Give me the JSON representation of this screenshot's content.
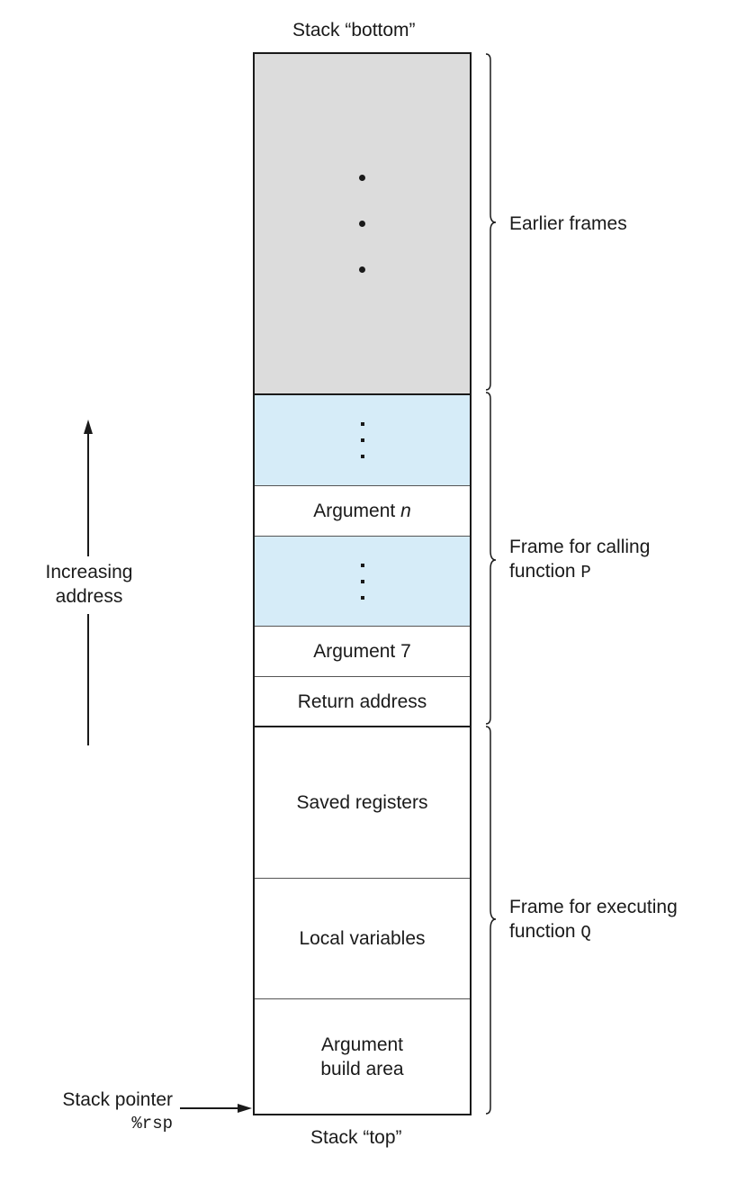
{
  "labels": {
    "stack_bottom": "Stack “bottom”",
    "stack_top": "Stack “top”",
    "increasing_line1": "Increasing",
    "increasing_line2": "address",
    "stack_pointer_line1": "Stack pointer",
    "stack_pointer_line2": "%rsp"
  },
  "frames": {
    "earlier": "Earlier frames",
    "calling_line1": "Frame for calling",
    "calling_line2_prefix": "function ",
    "calling_line2_code": "P",
    "executing_line1": "Frame for executing",
    "executing_line2_prefix": "function ",
    "executing_line2_code": "Q"
  },
  "cells": {
    "argument_n_prefix": "Argument ",
    "argument_n_var": "n",
    "argument_7": "Argument 7",
    "return_address": "Return address",
    "saved_registers": "Saved registers",
    "local_variables": "Local variables",
    "arg_build_line1": "Argument",
    "arg_build_line2": "build area"
  },
  "colors": {
    "earlier_frames_fill": "#dcdcdc",
    "argument_gap_fill": "#d6ecf8",
    "line": "#1a1a1a"
  }
}
